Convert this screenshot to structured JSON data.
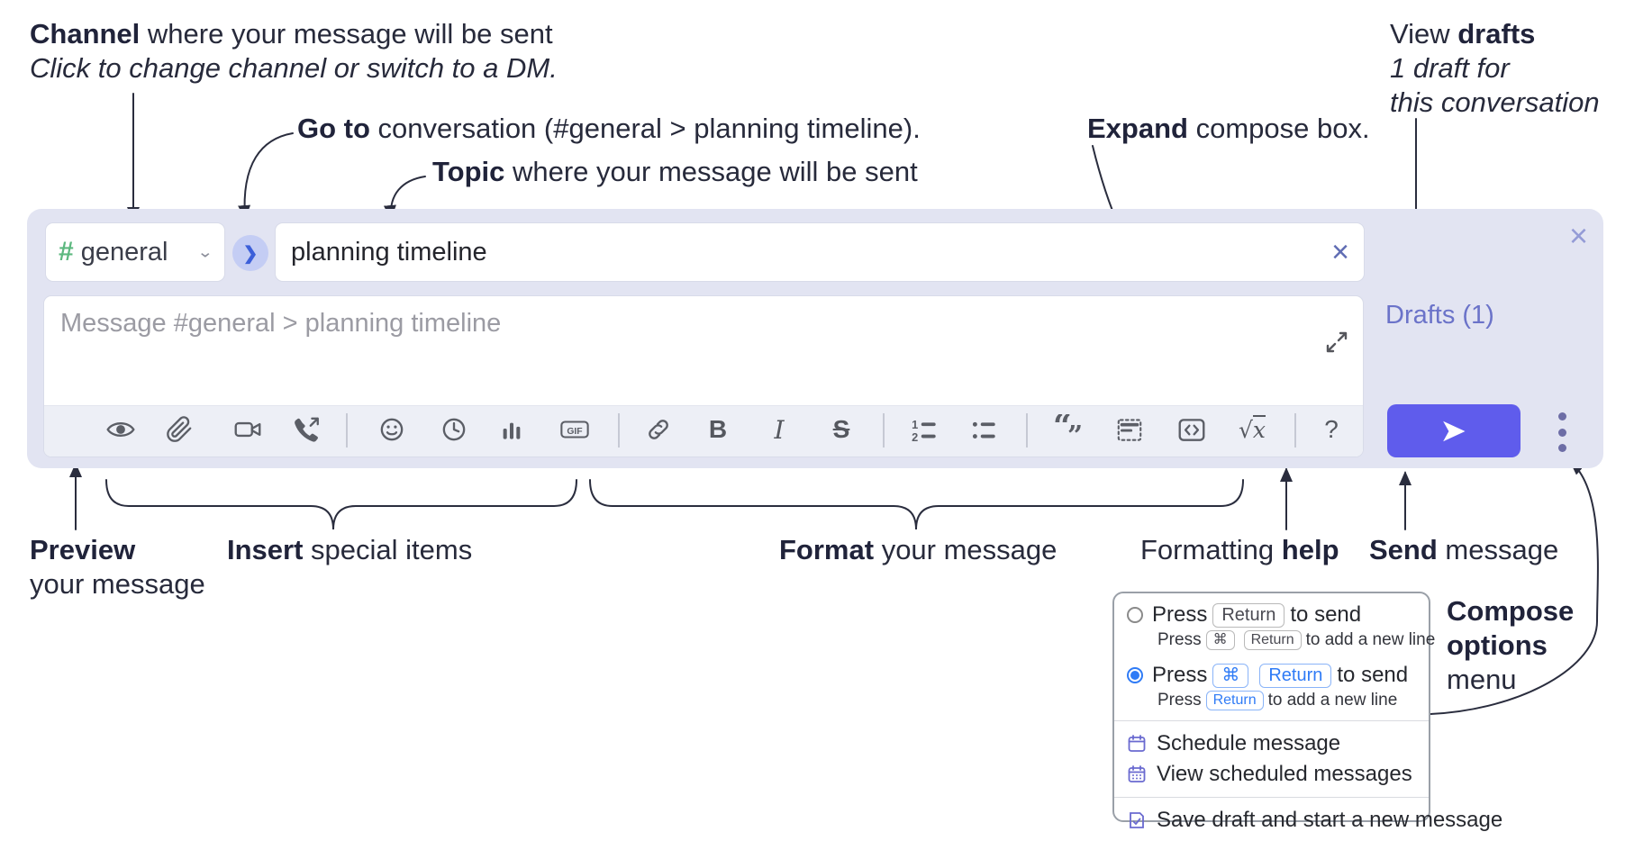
{
  "annotations": {
    "channel": {
      "bold": "Channel",
      "rest": " where your message will be sent",
      "line2": "Click to change channel or switch to a DM."
    },
    "goto": {
      "bold": "Go to",
      "rest": " conversation (#general > planning timeline)."
    },
    "topic": {
      "bold": "Topic",
      "rest": " where your message will be sent"
    },
    "expand": {
      "bold": "Expand",
      "rest": " compose box."
    },
    "drafts": {
      "pre": "View ",
      "bold": "drafts",
      "line2": "1 draft for",
      "line3": "this conversation"
    },
    "preview": {
      "bold": "Preview",
      "line2": "your message"
    },
    "insert": {
      "bold": "Insert",
      "rest": " special items"
    },
    "format": {
      "bold": "Format",
      "rest": " your message"
    },
    "help": {
      "pre": "Formatting ",
      "bold": "help"
    },
    "send": {
      "bold": "Send",
      "rest": " message"
    },
    "compose_options": {
      "line1": "Compose",
      "line2": "options",
      "line3": "menu"
    }
  },
  "compose": {
    "channel_hash": "#",
    "channel_name": "general",
    "channel_chevron": "⌄",
    "go_chevron": "❯",
    "topic_value": "planning timeline",
    "clear_topic_glyph": "×",
    "close_glyph": "×",
    "message_placeholder": "Message #general > planning timeline",
    "drafts_link": "Drafts (1)",
    "toolbar": {
      "bold_label": "B",
      "italic_label": "I",
      "strike_label": "S",
      "gif_label": "GIF",
      "math_root": "√",
      "math_x": "x",
      "help_label": "?",
      "icons": [
        "preview",
        "attach-file",
        "video-call",
        "voice-call",
        "emoji",
        "global-time",
        "poll",
        "gif",
        "link",
        "bold",
        "italic",
        "strikethrough",
        "numbered-list",
        "bulleted-list",
        "quote",
        "spoiler",
        "code",
        "math",
        "formatting-help"
      ]
    }
  },
  "options_menu": {
    "row1": {
      "pre": "Press",
      "key": "Return",
      "post": "to send",
      "sub_pre": "Press",
      "sub_key1": "⌘",
      "sub_key2": "Return",
      "sub_post": "to add a new line"
    },
    "row2": {
      "pre": "Press",
      "key1": "⌘",
      "key2": "Return",
      "post": "to send",
      "sub_pre": "Press",
      "sub_key": "Return",
      "sub_post": "to add a new line"
    },
    "items": [
      "Schedule message",
      "View scheduled messages",
      "Save draft and start a new message"
    ]
  },
  "colors": {
    "compose_bg": "#e2e4f2",
    "send_button": "#5f5cec",
    "drafts_link": "#6b73c9",
    "hash_green": "#5cb87f",
    "go_circle_bg": "#c4cdf4",
    "radio_blue": "#2f7bf6",
    "menu_icon_purple": "#6a6ad0",
    "annotation_ink": "#272a3b"
  }
}
